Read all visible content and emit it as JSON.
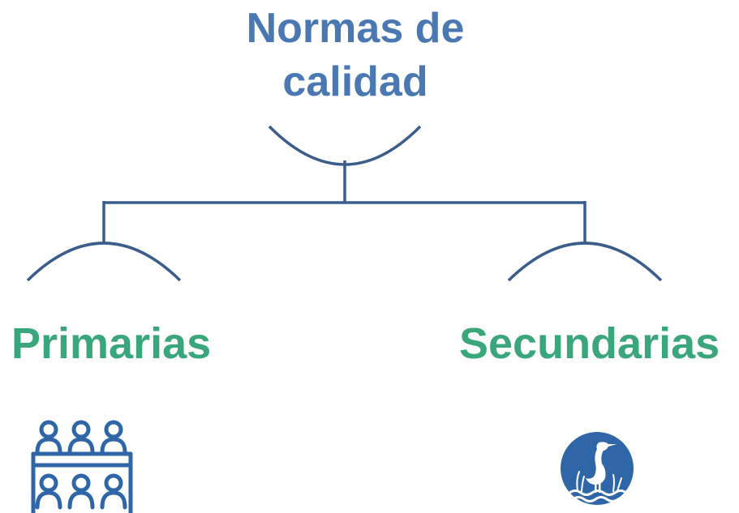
{
  "diagram": {
    "root": {
      "title": "Normas de calidad"
    },
    "branches": [
      {
        "label": "Primarias",
        "icon": "people-group-icon"
      },
      {
        "label": "Secundarias",
        "icon": "heron-wetland-icon"
      }
    ],
    "colors": {
      "root_text": "#4a78b3",
      "branch_text": "#3aa67c",
      "lines": "#3a5d8c",
      "icon_blue": "#2e66a8"
    }
  }
}
